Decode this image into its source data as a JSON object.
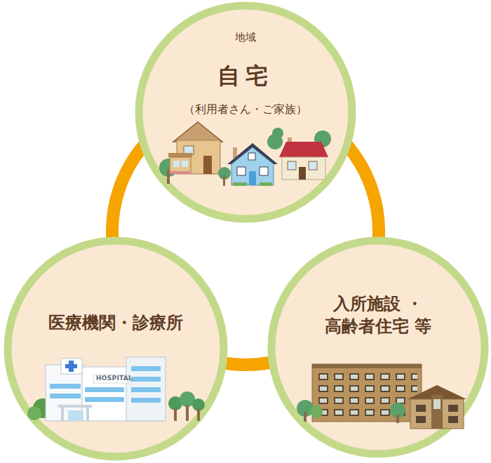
{
  "diagram": {
    "nodes": [
      {
        "text": [
          "地域",
          "自宅",
          "（利用者さん・ご家族）"
        ]
      },
      {
        "text": [
          "医療機関・診療所"
        ]
      },
      {
        "text": [
          "入所施設 ・ 高齢者住宅 等"
        ]
      }
    ],
    "edges": [
      {
        "from": 0,
        "to": 1,
        "arrow": "none"
      },
      {
        "from": 0,
        "to": 2,
        "arrow": "none"
      },
      {
        "from": 1,
        "to": 2,
        "arrow": "none"
      }
    ],
    "labels": [
      "HOSPITAL"
    ]
  }
}
